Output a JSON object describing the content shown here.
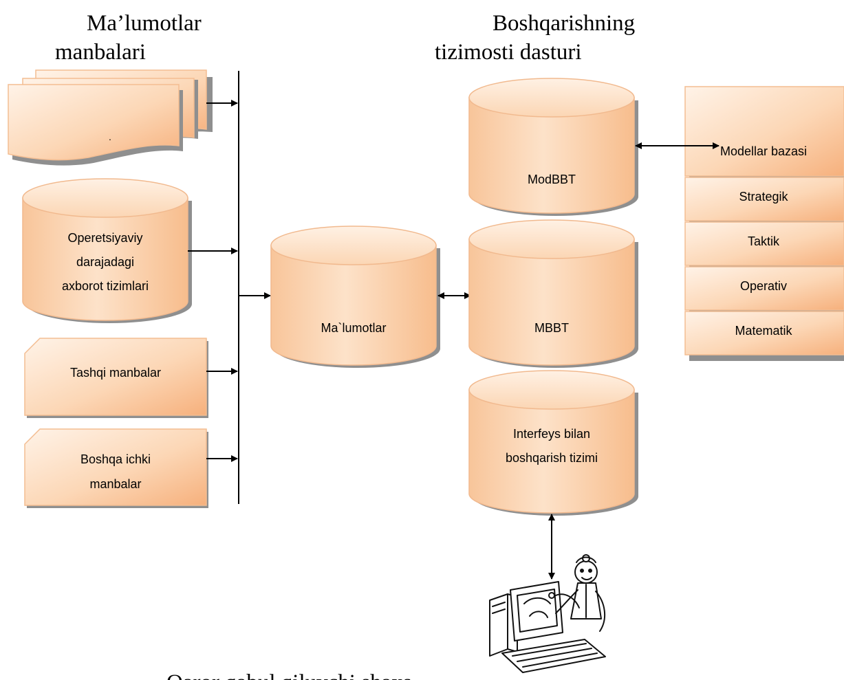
{
  "titles": {
    "sources_line1": "Ma’lumotlar",
    "sources_line2": "manbalari",
    "control_line1": "Boshqarishning",
    "control_line2": "tizimosti dasturi",
    "decision_maker": "Qaror qabul qiluvchi shaxs"
  },
  "sources": {
    "documents_label": ".",
    "operational_line1": "Operetsiyaviy",
    "operational_line2": "darajadagi",
    "operational_line3": "axborot tizimlari",
    "external": "Tashqi manbalar",
    "internal_line1": "Boshqa ichki",
    "internal_line2": "manbalar"
  },
  "center": {
    "data_db": "Ma`lumotlar"
  },
  "control": {
    "model_dbms": "ModBBT",
    "dbms": "MBBT",
    "interface_line1": "Interfeys bilan",
    "interface_line2": "boshqarish tizimi"
  },
  "models": {
    "header": "Modellar bazasi",
    "items": [
      "Strategik",
      "Taktik",
      "Operativ",
      "Matematik"
    ]
  },
  "colors": {
    "fill_light": "#fde3cc",
    "fill_dark": "#f7b886",
    "stroke": "#f0b283",
    "shadow": "#9a9a9a"
  },
  "icons": {
    "decision_maker": "person-at-computer-illustration"
  }
}
